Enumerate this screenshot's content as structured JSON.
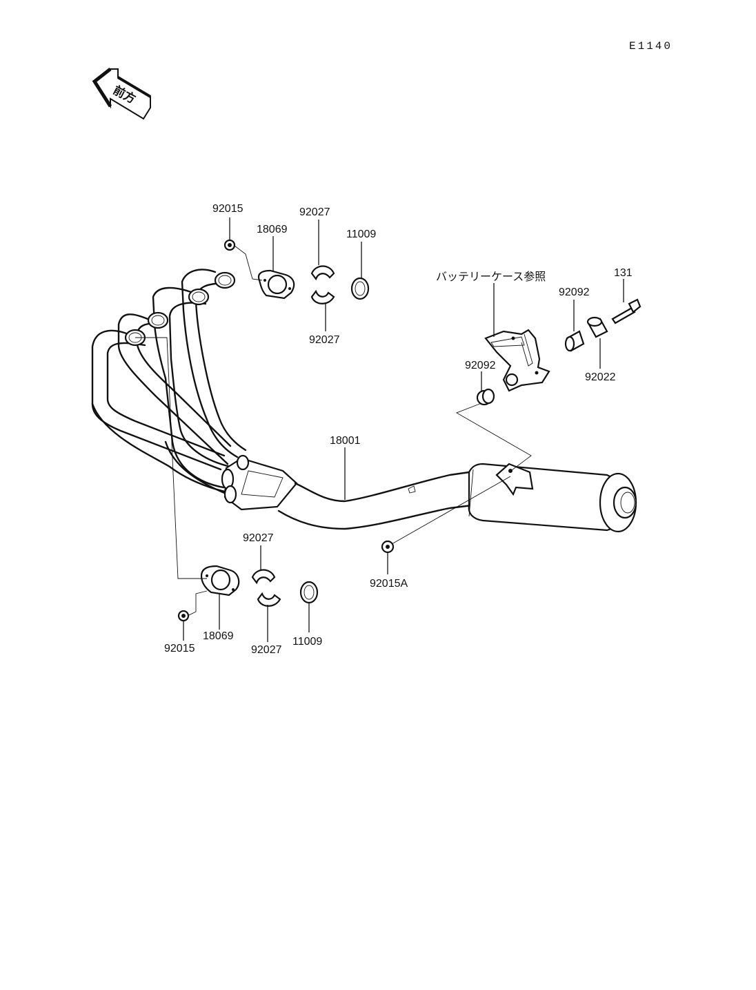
{
  "diagram_code": "E1140",
  "front_arrow_label": "前方",
  "battery_case_reference": "バッテリーケース参照",
  "parts": {
    "p92015_top": "92015",
    "p18069_top": "18069",
    "p92027_top_a": "92027",
    "p92027_top_b": "92027",
    "p11009_top": "11009",
    "p131": "131",
    "p92092_top": "92092",
    "p92022": "92022",
    "p92092_mid": "92092",
    "p18001": "18001",
    "p92015A": "92015A",
    "p92027_bot_a": "92027",
    "p92027_bot_b": "92027",
    "p11009_bot": "11009",
    "p18069_bot": "18069",
    "p92015_bot": "92015"
  }
}
